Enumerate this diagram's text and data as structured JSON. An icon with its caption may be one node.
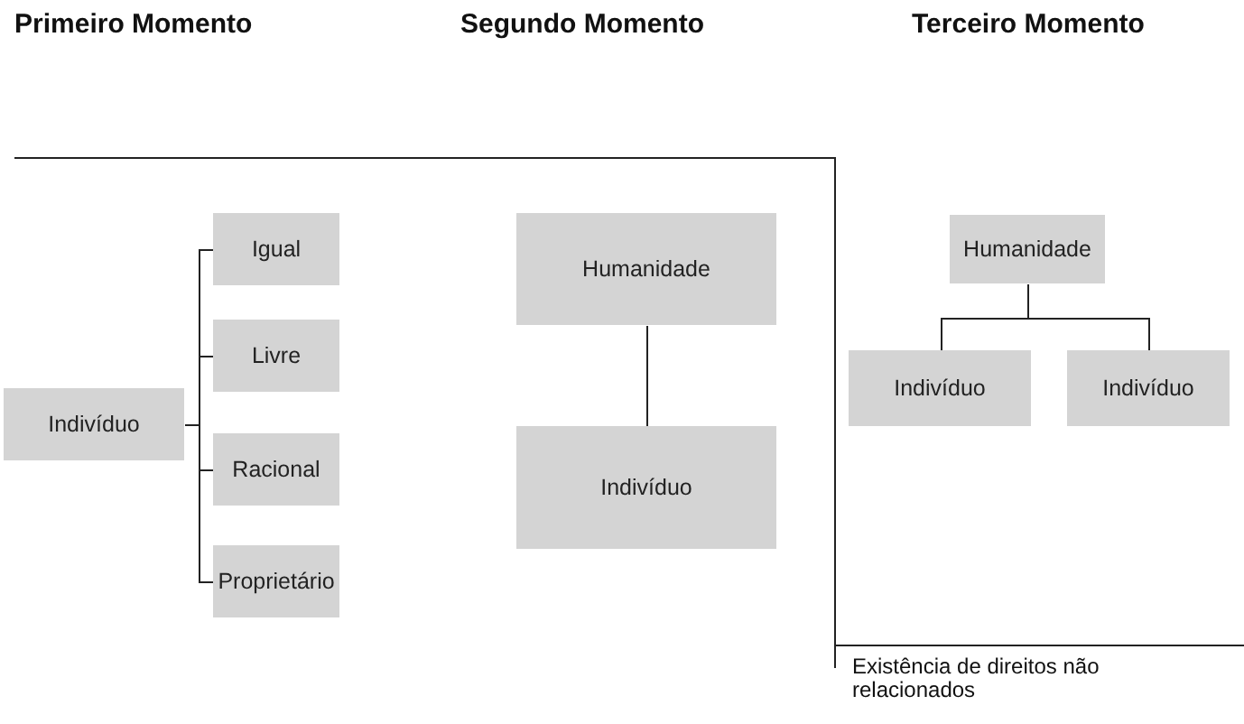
{
  "diagram": {
    "nodes": [
      {
        "text": [
          "Indivíduo"
        ]
      },
      {
        "text": [
          "Igual"
        ]
      },
      {
        "text": [
          "Livre"
        ]
      },
      {
        "text": [
          "Racional"
        ]
      },
      {
        "text": [
          "Proprietário"
        ]
      },
      {
        "text": [
          "Humanidade"
        ]
      },
      {
        "text": [
          "Indivíduo"
        ]
      },
      {
        "text": [
          "Humanidade"
        ]
      },
      {
        "text": [
          "Indivíduo"
        ]
      },
      {
        "text": [
          "Indivíduo"
        ]
      }
    ],
    "edges": [
      {
        "from": 0,
        "to": 1,
        "arrow": "none"
      },
      {
        "from": 0,
        "to": 2,
        "arrow": "none"
      },
      {
        "from": 0,
        "to": 3,
        "arrow": "none"
      },
      {
        "from": 0,
        "to": 4,
        "arrow": "none"
      },
      {
        "from": 5,
        "to": 6,
        "arrow": "none"
      },
      {
        "from": 7,
        "to": 8,
        "arrow": "none"
      },
      {
        "from": 7,
        "to": 9,
        "arrow": "none"
      }
    ],
    "labels": [
      "Primeiro Momento",
      "Segundo Momento",
      "Terceiro Momento",
      "Existência de direitos não relacionados"
    ]
  }
}
